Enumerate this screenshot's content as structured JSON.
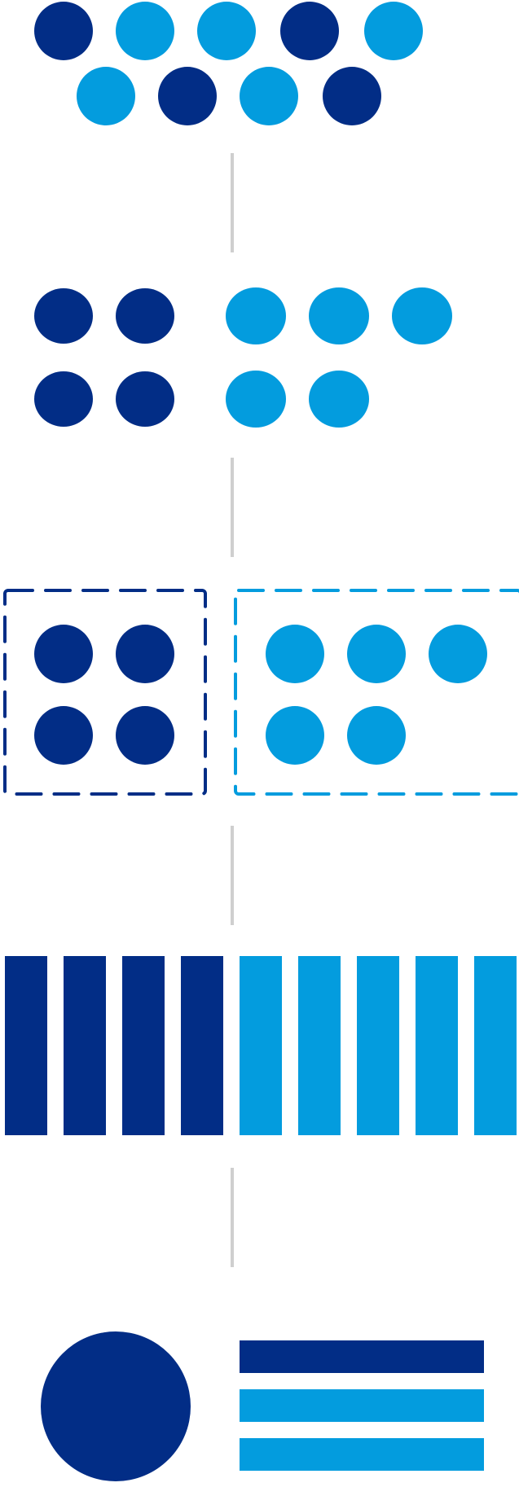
{
  "colors": {
    "dark": "#022d86",
    "light": "#039cde",
    "connector": "#cfcfcf"
  },
  "stages": [
    {
      "id": "mixed-dots",
      "description_items": [
        "dark",
        "light",
        "light",
        "dark",
        "light",
        "light",
        "dark",
        "light",
        "dark"
      ],
      "row_1": [
        "dark",
        "light",
        "light",
        "dark",
        "light"
      ],
      "row_2": [
        "light",
        "dark",
        "light",
        "dark"
      ]
    },
    {
      "id": "sorted-dots",
      "dark_count": 4,
      "light_count": 5
    },
    {
      "id": "grouped-dots",
      "groups": [
        {
          "color": "dark",
          "count": 4
        },
        {
          "color": "light",
          "count": 5
        }
      ]
    },
    {
      "id": "bars",
      "dark_bars": 4,
      "light_bars": 5
    },
    {
      "id": "summary",
      "circle_color": "dark",
      "stripes": [
        "dark",
        "light",
        "light"
      ]
    }
  ]
}
